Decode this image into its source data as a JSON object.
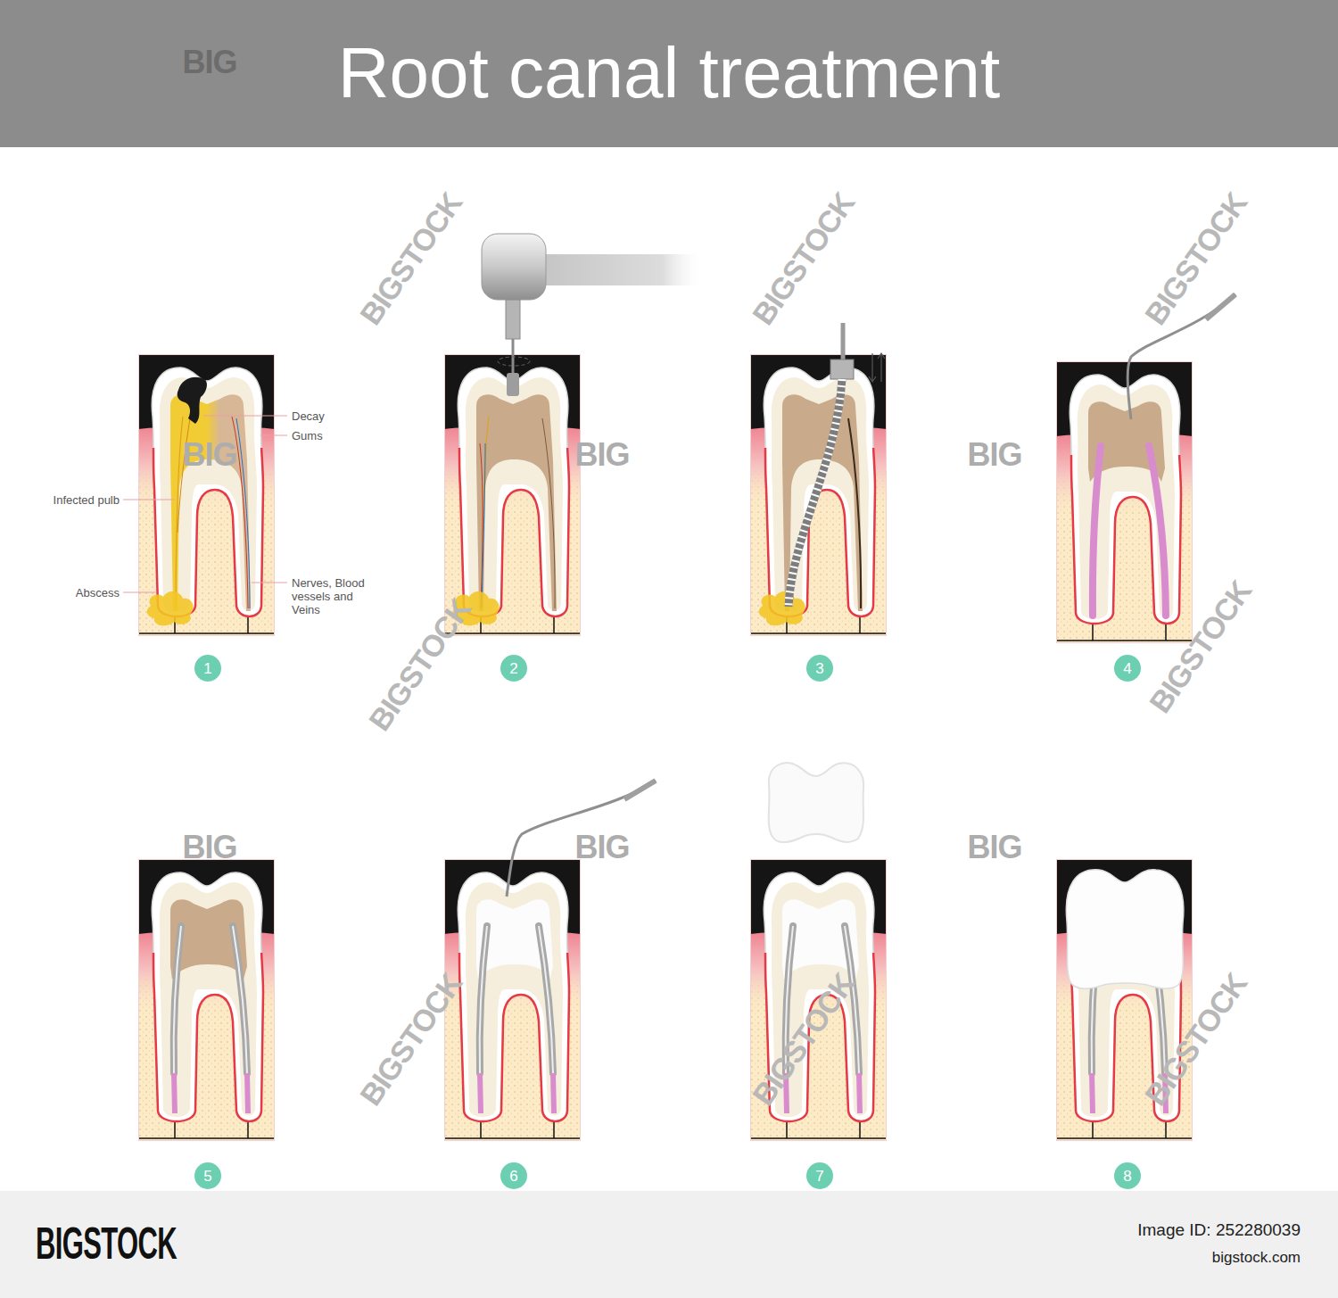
{
  "diagram": {
    "title": "Root canal treatment",
    "nodes": [
      {
        "text": [
          "1"
        ]
      },
      {
        "text": [
          "2"
        ]
      },
      {
        "text": [
          "3"
        ]
      },
      {
        "text": [
          "4"
        ]
      },
      {
        "text": [
          "5"
        ]
      },
      {
        "text": [
          "6"
        ]
      },
      {
        "text": [
          "7"
        ]
      },
      {
        "text": [
          "8"
        ]
      },
      {
        "text": [
          "BIGSTOCK",
          "Image ID: 252280039",
          "bigstock.com"
        ]
      }
    ],
    "labels": [
      "Decay",
      "Gums",
      "Infected pulb",
      "Abscess",
      "Nerves, Blood vessels and Veins",
      "BIG",
      "BIG",
      "BIG",
      "BIG",
      "BIG",
      "BIG",
      "BIG",
      "BIGSTOCK",
      "BIGSTOCK",
      "BIGSTOCK",
      "BIGSTOCK",
      "BIGSTOCK",
      "BIGSTOCK",
      "BIGSTOCK",
      "BIGSTOCK"
    ]
  }
}
